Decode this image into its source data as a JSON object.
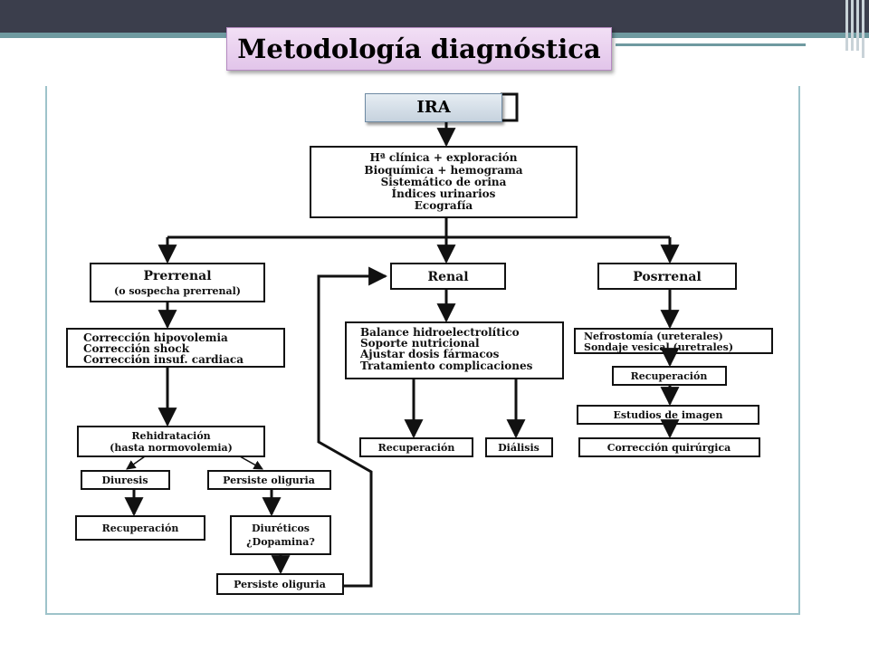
{
  "title": "Metodología diagnóstica",
  "start": "IRA",
  "diagnostic_box": [
    "Hª clínica + exploración",
    "Bioquímica + hemograma",
    "Sistemático de orina",
    "Índices urinarios",
    "Ecografía"
  ],
  "prerrenal": {
    "title": "Prerrenal",
    "subtitle": "(o sospecha prerrenal)",
    "corrections": [
      "Corrección hipovolemia",
      "Corrección shock",
      "Corrección insuf. cardiaca"
    ],
    "rehydration": [
      "Rehidratación",
      "(hasta normovolemia)"
    ],
    "diuresis": "Diuresis",
    "persiste1": "Persiste oliguria",
    "recuperacion": "Recuperación",
    "diureticos": [
      "Diuréticos",
      "¿Dopamina?"
    ],
    "persiste2": "Persiste oliguria"
  },
  "renal": {
    "title": "Renal",
    "treatment": [
      "Balance hidroelectrolítico",
      "Soporte nutricional",
      "Ajustar dosis fármacos",
      "Tratamiento complicaciones"
    ],
    "recuperacion": "Recuperación",
    "dialisis": "Diálisis"
  },
  "posrrenal": {
    "title": "Posrrenal",
    "procedures": [
      "Nefrostomía (ureterales)",
      "Sondaje vesical (uretrales)"
    ],
    "recuperacion": "Recuperación",
    "estudios": "Estudios de imagen",
    "correccion": "Corrección quirúrgica"
  }
}
